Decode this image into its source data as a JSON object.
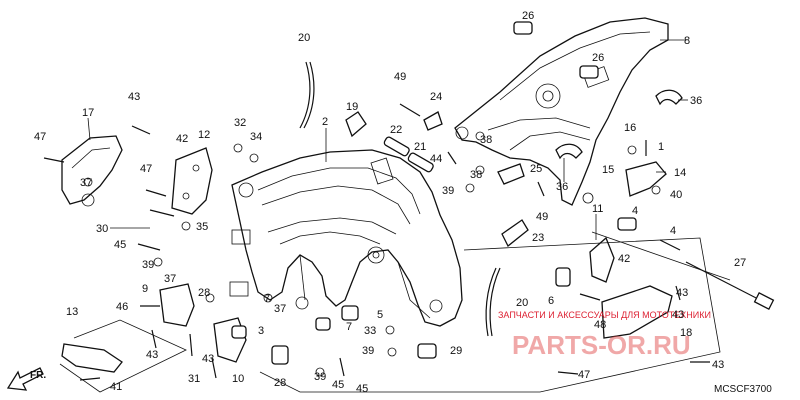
{
  "diagram_code": "MCSCF3700",
  "direction_label": "FR.",
  "watermark": {
    "text": "ЗАПЧАСТИ И АКСЕССУАРЫ ДЛЯ МОТОТЕХНИКИ",
    "logo": "PARTS-OR.RU"
  },
  "callouts": [
    {
      "id": "c1",
      "label": "1"
    },
    {
      "id": "c2",
      "label": "2"
    },
    {
      "id": "c3",
      "label": "3"
    },
    {
      "id": "c4a",
      "label": "4"
    },
    {
      "id": "c4b",
      "label": "4"
    },
    {
      "id": "c5",
      "label": "5"
    },
    {
      "id": "c6",
      "label": "6"
    },
    {
      "id": "c7a",
      "label": "7"
    },
    {
      "id": "c7b",
      "label": "7"
    },
    {
      "id": "c8",
      "label": "8"
    },
    {
      "id": "c9",
      "label": "9"
    },
    {
      "id": "c10",
      "label": "10"
    },
    {
      "id": "c11",
      "label": "11"
    },
    {
      "id": "c12",
      "label": "12"
    },
    {
      "id": "c13",
      "label": "13"
    },
    {
      "id": "c14",
      "label": "14"
    },
    {
      "id": "c15",
      "label": "15"
    },
    {
      "id": "c16",
      "label": "16"
    },
    {
      "id": "c17",
      "label": "17"
    },
    {
      "id": "c18",
      "label": "18"
    },
    {
      "id": "c19",
      "label": "19"
    },
    {
      "id": "c20a",
      "label": "20"
    },
    {
      "id": "c20b",
      "label": "20"
    },
    {
      "id": "c21",
      "label": "21"
    },
    {
      "id": "c22",
      "label": "22"
    },
    {
      "id": "c23",
      "label": "23"
    },
    {
      "id": "c24",
      "label": "24"
    },
    {
      "id": "c25",
      "label": "25"
    },
    {
      "id": "c26a",
      "label": "26"
    },
    {
      "id": "c26b",
      "label": "26"
    },
    {
      "id": "c27",
      "label": "27"
    },
    {
      "id": "c28a",
      "label": "28"
    },
    {
      "id": "c28b",
      "label": "28"
    },
    {
      "id": "c29",
      "label": "29"
    },
    {
      "id": "c30",
      "label": "30"
    },
    {
      "id": "c31",
      "label": "31"
    },
    {
      "id": "c32",
      "label": "32"
    },
    {
      "id": "c33",
      "label": "33"
    },
    {
      "id": "c34",
      "label": "34"
    },
    {
      "id": "c35",
      "label": "35"
    },
    {
      "id": "c36a",
      "label": "36"
    },
    {
      "id": "c36b",
      "label": "36"
    },
    {
      "id": "c37a",
      "label": "37"
    },
    {
      "id": "c37b",
      "label": "37"
    },
    {
      "id": "c37c",
      "label": "37"
    },
    {
      "id": "c38a",
      "label": "38"
    },
    {
      "id": "c38b",
      "label": "38"
    },
    {
      "id": "c39a",
      "label": "39"
    },
    {
      "id": "c39b",
      "label": "39"
    },
    {
      "id": "c39c",
      "label": "39"
    },
    {
      "id": "c39d",
      "label": "39"
    },
    {
      "id": "c40",
      "label": "40"
    },
    {
      "id": "c41",
      "label": "41"
    },
    {
      "id": "c42a",
      "label": "42"
    },
    {
      "id": "c42b",
      "label": "42"
    },
    {
      "id": "c43a",
      "label": "43"
    },
    {
      "id": "c43b",
      "label": "43"
    },
    {
      "id": "c43c",
      "label": "43"
    },
    {
      "id": "c43d",
      "label": "43"
    },
    {
      "id": "c43e",
      "label": "43"
    },
    {
      "id": "c43f",
      "label": "43"
    },
    {
      "id": "c44",
      "label": "44"
    },
    {
      "id": "c45a",
      "label": "45"
    },
    {
      "id": "c45b",
      "label": "45"
    },
    {
      "id": "c45c",
      "label": "45"
    },
    {
      "id": "c46",
      "label": "46"
    },
    {
      "id": "c47a",
      "label": "47"
    },
    {
      "id": "c47b",
      "label": "47"
    },
    {
      "id": "c47c",
      "label": "47"
    },
    {
      "id": "c48",
      "label": "48"
    },
    {
      "id": "c49a",
      "label": "49"
    },
    {
      "id": "c49b",
      "label": "49"
    }
  ]
}
